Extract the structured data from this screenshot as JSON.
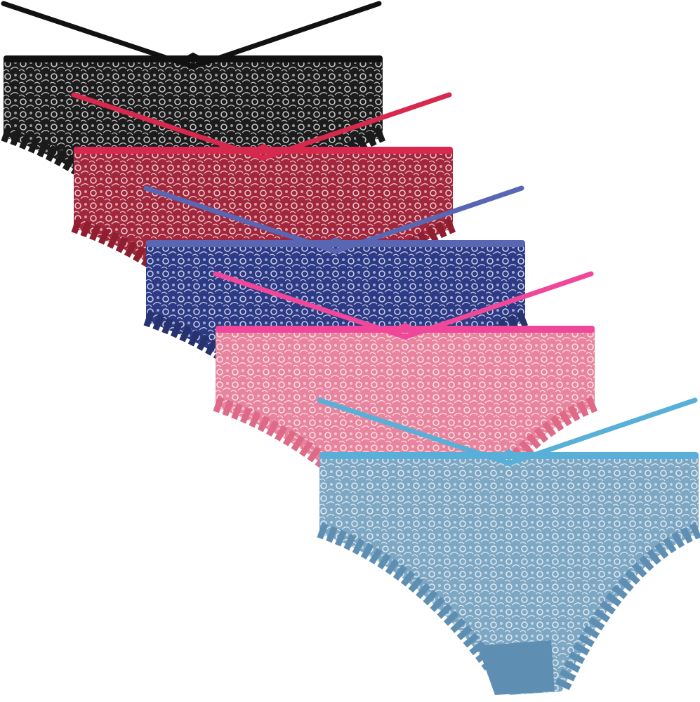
{
  "image": {
    "subject": "lace-briefs-multipack",
    "background": "#ffffff",
    "items": [
      {
        "color_name": "black",
        "body": "#1c1c1c",
        "band": "#111111",
        "trim": "#1a1a1a"
      },
      {
        "color_name": "wine-red",
        "body": "#a3273c",
        "band": "#d6294d",
        "trim": "#8e1e30"
      },
      {
        "color_name": "navy",
        "body": "#2d3a86",
        "band": "#5866b4",
        "trim": "#27336f"
      },
      {
        "color_name": "pink",
        "body": "#e9849e",
        "band": "#f0479a",
        "trim": "#de6a88"
      },
      {
        "color_name": "light-blue",
        "body": "#7ea7c4",
        "band": "#58b0d8",
        "trim": "#5e8fb3"
      }
    ]
  }
}
